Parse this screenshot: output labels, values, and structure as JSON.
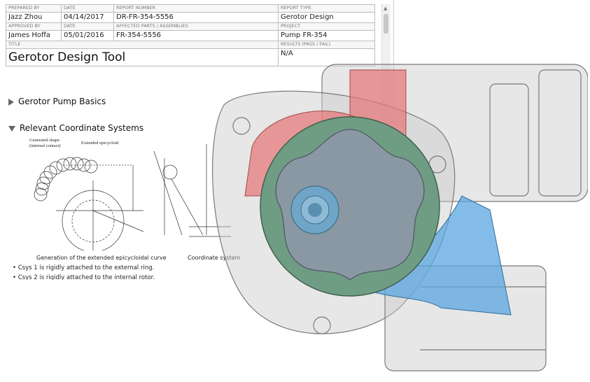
{
  "header": {
    "prepared_by_label": "PREPARED BY",
    "prepared_by": "Jazz Zhou",
    "date_label": "DATE",
    "prepared_date": "04/14/2017",
    "report_number_label": "REPORT NUMBER",
    "report_number": "DR-FR-354-5556",
    "report_type_label": "REPORT TYPE",
    "report_type": "Gerotor Design",
    "approved_by_label": "APPROVED BY",
    "approved_by": "James Hoffa",
    "approved_date_label": "DATE",
    "approved_date": "05/01/2016",
    "affected_label": "AFFECTED PARTS / ASSEMBLIES",
    "affected": "FR-354-5556",
    "project_label": "PROJECT",
    "project": "Pump FR-354",
    "title_label": "TITLE",
    "title": "Gerotor Design Tool",
    "results_label": "RESULTS (PASS / FAIL)",
    "results": "N/A"
  },
  "sections": [
    {
      "label": "Gerotor Pump Basics",
      "state": "collapsed"
    },
    {
      "label": "Relevant Coordinate Systems",
      "state": "expanded"
    }
  ],
  "figure": {
    "gen_shape_label_1": "Generated shape",
    "gen_shape_label_2": "(internal contact)",
    "ext_epi_label": "Extended epicycloid",
    "caption_left": "Generation of the extended epicycloidal curve",
    "caption_right": "Coordinate system"
  },
  "bullets": [
    "Csys 1 is rigidly attached to the external ring.",
    "Csys 2 is rigidly attached to the internal rotor."
  ],
  "colors": {
    "outer_ring": "#6f9d84",
    "inner_rotor": "#8a98a3",
    "shaft": "#6fa6c7",
    "inlet_red": "#e57373",
    "outlet_blue": "#5aa6e0",
    "housing": "#8c8c8c"
  }
}
